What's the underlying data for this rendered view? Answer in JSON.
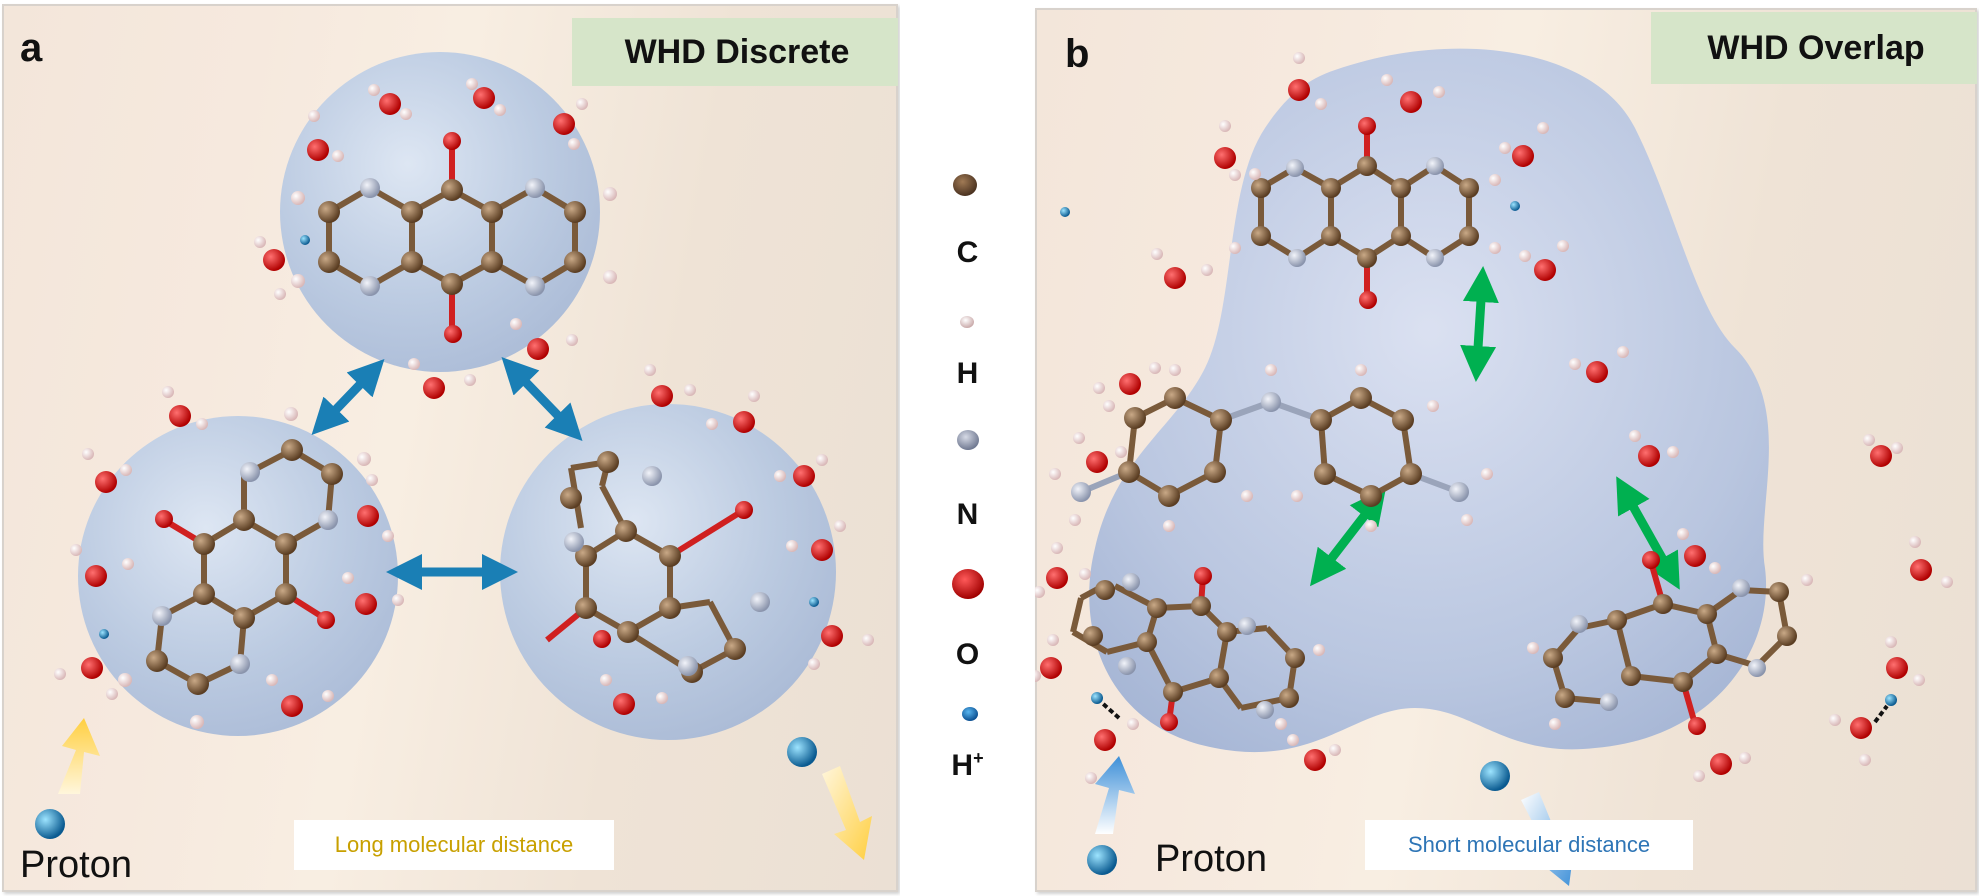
{
  "panels": {
    "a": {
      "letter": "a",
      "title": "WHD Discrete",
      "caption": "Long molecular distance",
      "caption_color": "#c8a000",
      "proton_label": "Proton",
      "arrow_color": "#1a7fb5",
      "flow_arrow_color": "#ffd24a"
    },
    "b": {
      "letter": "b",
      "title": "WHD Overlap",
      "caption": "Short molecular distance",
      "caption_color": "#2e75b6",
      "proton_label": "Proton",
      "arrow_color": "#00b050",
      "flow_arrow_color": "#3d8fd8"
    }
  },
  "legend": {
    "items": [
      {
        "symbol": "C",
        "name": "carbon",
        "color": "#6b4a2e"
      },
      {
        "symbol": "H",
        "name": "hydrogen",
        "color": "#e8cfcf"
      },
      {
        "symbol": "N",
        "name": "nitrogen",
        "color": "#98a2b8"
      },
      {
        "symbol": "O",
        "name": "oxygen",
        "color": "#e01010"
      },
      {
        "symbol": "H",
        "superscript": "+",
        "name": "proton",
        "color": "#1070b8"
      }
    ]
  },
  "colors": {
    "title_box_bg": "#d6e5c9",
    "bubble": "#b9c9e2",
    "carbon": "#7a5a3a",
    "hydrogen": "#f0dcdc",
    "nitrogen": "#b7bfd2",
    "oxygen": "#e01515",
    "proton": "#1478b4"
  }
}
